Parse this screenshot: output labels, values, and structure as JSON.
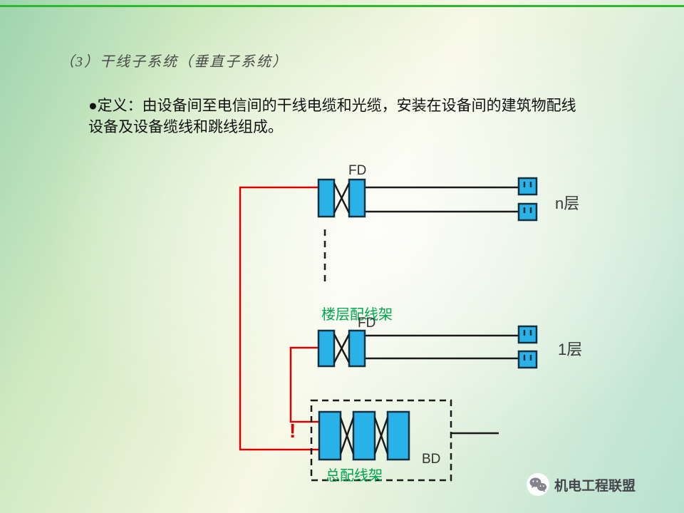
{
  "slide": {
    "title": "（3）干线子系统（垂直子系统）",
    "definition_line1": "●定义：由设备间至电信间的干线电缆和光缆，安装在设备间的建筑物配线",
    "definition_line2": "设备及设备缆线和跳线组成。"
  },
  "diagram": {
    "labels": {
      "fd_top": "FD",
      "fd_mid": "FD",
      "bd": "BD",
      "floor_n": "n层",
      "floor_1": "1层",
      "floor_distributor": "楼层配线架",
      "main_distributor": "总配线架",
      "exclamation": "!"
    },
    "colors": {
      "panel_fill": "#29b2e8",
      "panel_border": "#16303f",
      "cable_red": "#d90000",
      "line_black": "#1a1a1a",
      "label_green": "#00a550",
      "accent_line_green": "#2db92d"
    }
  },
  "watermark": {
    "text": "机电工程联盟"
  }
}
